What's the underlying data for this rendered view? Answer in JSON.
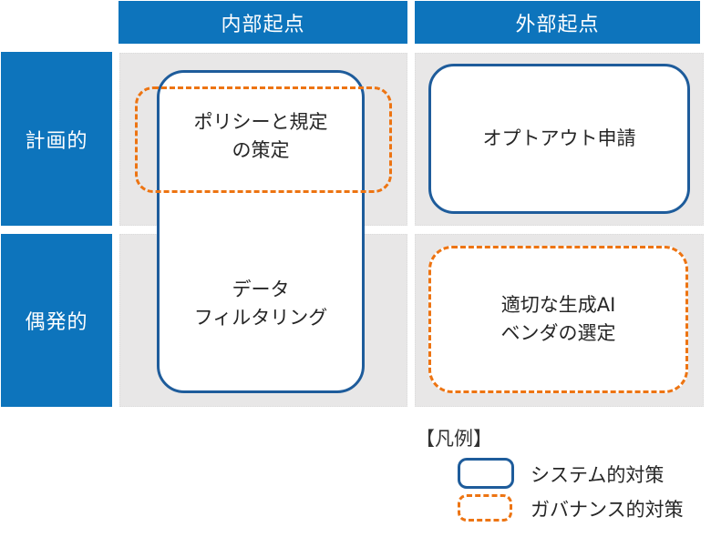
{
  "colors": {
    "header_blue": "#0d74bc",
    "cell_gray": "#e8e7e7",
    "box_border_blue": "#1e5c9b",
    "box_border_orange": "#ed7412",
    "text_dark": "#262626",
    "header_text": "#ffffff"
  },
  "matrix": {
    "column_headers": [
      {
        "label": "内部起点"
      },
      {
        "label": "外部起点"
      }
    ],
    "row_headers": [
      {
        "label": "計画的"
      },
      {
        "label": "偶発的"
      }
    ],
    "boxes": [
      {
        "id": "policy",
        "label": "ポリシーと規定\nの策定",
        "style": "governance"
      },
      {
        "id": "opt-out",
        "label": "オプトアウト申請",
        "style": "system"
      },
      {
        "id": "data-filtering",
        "label": "データ\nフィルタリング",
        "style": "system"
      },
      {
        "id": "vendor-select",
        "label": "適切な生成AI\nベンダの選定",
        "style": "governance"
      }
    ]
  },
  "legend": {
    "title": "【凡例】",
    "items": [
      {
        "label": "システム的対策",
        "style": "system"
      },
      {
        "label": "ガバナンス的対策",
        "style": "governance"
      }
    ]
  }
}
